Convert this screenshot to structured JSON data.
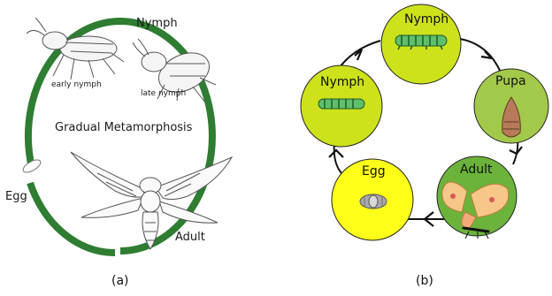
{
  "panel_a": {
    "center_title": "Gradual Metamorphosis",
    "stage_nymph": "Nymph",
    "stage_early_nymph": "early nymph",
    "stage_late_nymph": "late nymph",
    "stage_egg": "Egg",
    "stage_adult": "Adult",
    "caption": "(a)",
    "colors": {
      "ring": "#2e7d32",
      "drawing": "#555555"
    }
  },
  "panel_b": {
    "stage_nymph_top": "Nymph",
    "stage_nymph_left": "Nymph",
    "stage_pupa": "Pupa",
    "stage_adult": "Adult",
    "stage_egg": "Egg",
    "caption": "(b)",
    "colors": {
      "nymph": "#cde21a",
      "pupa": "#a3c94a",
      "adult": "#6bb33a",
      "egg": "#ffff1a",
      "arrow": "#111111"
    }
  }
}
